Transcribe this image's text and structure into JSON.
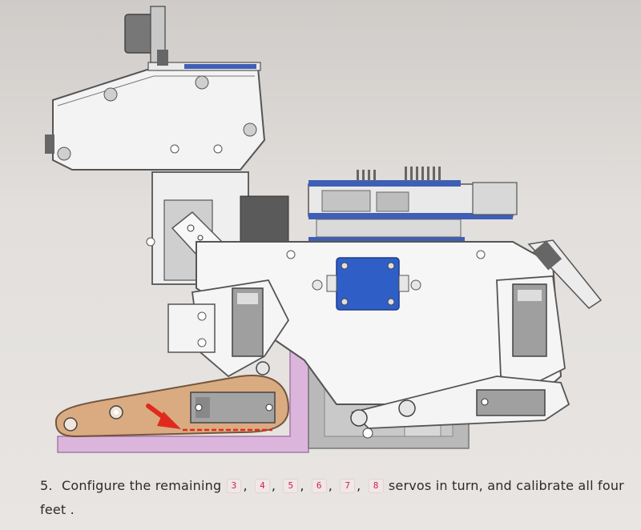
{
  "instruction": {
    "step_number": "5.",
    "text_before": "Configure the remaining",
    "servo_ids": [
      "3",
      "4",
      "5",
      "6",
      "7",
      "8"
    ],
    "separator": ",",
    "text_after": "servos in turn, and calibrate all four",
    "text_line2": "feet ."
  },
  "colors": {
    "highlight_leg": "#d9a77a",
    "highlight_base": "#dcb5dc",
    "arrow": "#e02a1e",
    "pcb_blue": "#2f5ec7",
    "code_text": "#c7254e"
  }
}
